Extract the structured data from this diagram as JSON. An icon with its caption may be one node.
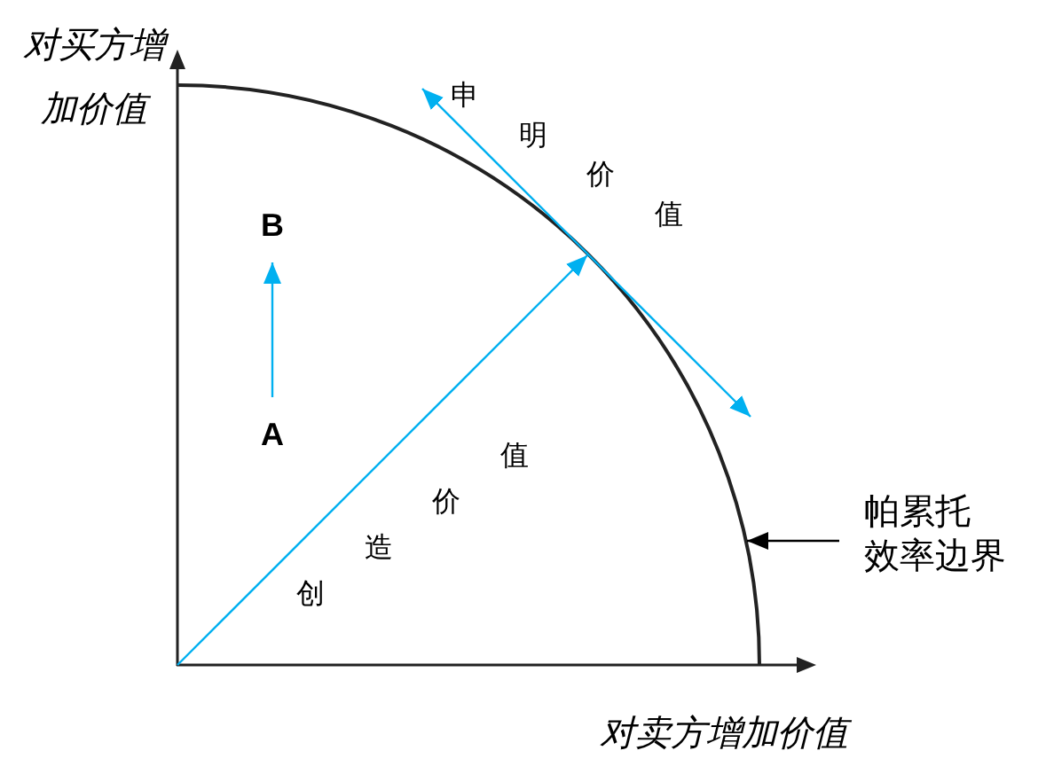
{
  "diagram": {
    "nodes": [
      {
        "text": [],
        "shape": "curve"
      },
      {
        "text": [
          "B"
        ],
        "in": 0
      },
      {
        "text": [
          "A"
        ],
        "in": 0
      },
      {
        "text": [
          "帕累托效率边界"
        ]
      }
    ],
    "edges": [
      {
        "from": 2,
        "to": 1,
        "arrow": "to"
      },
      {
        "from": 3,
        "to": 0,
        "arrow": "to",
        "color": "#000000"
      }
    ],
    "labels": [
      "对买方增加价值",
      "申明价值",
      "创造价值",
      "对卖方增加价值"
    ]
  }
}
